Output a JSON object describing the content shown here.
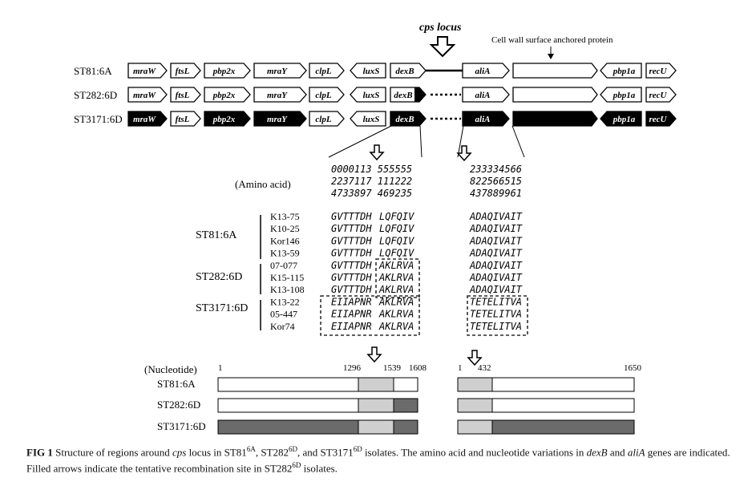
{
  "header": {
    "cps_locus": "cps locus",
    "surface_protein": "Cell wall surface anchored protein"
  },
  "loci": [
    {
      "name": "ST81:6A",
      "genes": [
        "mraW",
        "ftsL",
        "pbp2x",
        "mraY",
        "clpL",
        "luxS",
        "dexB",
        "aliA",
        "pbp1a",
        "recU"
      ]
    },
    {
      "name": "ST282:6D",
      "genes": [
        "mraW",
        "ftsL",
        "pbp2x",
        "mraY",
        "clpL",
        "luxS",
        "dexB",
        "aliA",
        "pbp1a",
        "recU"
      ]
    },
    {
      "name": "ST3171:6D",
      "genes": [
        "mraW",
        "ftsL",
        "pbp2x",
        "mraY",
        "clpL",
        "luxS",
        "dexB",
        "aliA",
        "pbp1a",
        "recU"
      ]
    }
  ],
  "amino_acid": {
    "label": "(Amino acid)",
    "dexb_positions": [
      "0000113 555555",
      "2237117 111222",
      "4733897 469235"
    ],
    "alia_positions": [
      "233334566",
      "822566515",
      "437889961"
    ]
  },
  "groups": [
    {
      "name": "ST81:6A",
      "rows": [
        {
          "strain": "K13-75",
          "dexb1": "GVTTTDH",
          "dexb2": "LQFQIV",
          "alia": "ADAQIVAIT"
        },
        {
          "strain": "K10-25",
          "dexb1": "GVTTTDH",
          "dexb2": "LQFQIV",
          "alia": "ADAQIVAIT"
        },
        {
          "strain": "Kor146",
          "dexb1": "GVTTTDH",
          "dexb2": "LQFQIV",
          "alia": "ADAQIVAIT"
        },
        {
          "strain": "K13-59",
          "dexb1": "GVTTTDH",
          "dexb2": "LQFQIV",
          "alia": "ADAQIVAIT"
        }
      ]
    },
    {
      "name": "ST282:6D",
      "rows": [
        {
          "strain": "07-077",
          "dexb1": "GVTTTDH",
          "dexb2": "AKLRVA",
          "alia": "ADAQIVAIT"
        },
        {
          "strain": "K15-115",
          "dexb1": "GVTTTDH",
          "dexb2": "AKLRVA",
          "alia": "ADAQIVAIT"
        },
        {
          "strain": "K13-108",
          "dexb1": "GVTTTDH",
          "dexb2": "AKLRVA",
          "alia": "ADAQIVAIT"
        }
      ]
    },
    {
      "name": "ST3171:6D",
      "rows": [
        {
          "strain": "K13-22",
          "dexb1": "EIIAPNR",
          "dexb2": "AKLRVA",
          "alia": "TETELITVA"
        },
        {
          "strain": "05-447",
          "dexb1": "EIIAPNR",
          "dexb2": "AKLRVA",
          "alia": "TETELITVA"
        },
        {
          "strain": "Kor74",
          "dexb1": "EIIAPNR",
          "dexb2": "AKLRVA",
          "alia": "TETELITVA"
        }
      ]
    }
  ],
  "nucleotide": {
    "label": "(Nucleotide)",
    "dexb_ticks": [
      "1",
      "1296",
      "1539",
      "1608"
    ],
    "alia_ticks": [
      "1",
      "432",
      "1650"
    ],
    "bars": [
      {
        "name": "ST81:6A"
      },
      {
        "name": "ST282:6D"
      },
      {
        "name": "ST3171:6D"
      }
    ]
  },
  "caption": {
    "fig": "FIG 1",
    "text1": " Structure of regions around ",
    "cps": "cps",
    "text2": " locus in ST81",
    "sup1": "6A",
    "text3": ", ST282",
    "sup2": "6D",
    "text4": ", and ST3171",
    "sup3": "6D",
    "text5": " isolates. The amino acid and nucleotide variations in ",
    "dexb": "dexB",
    "text6": " and ",
    "alia": "aliA",
    "text7": " genes are indicated. Filled arrows indicate the tentative recombination site in ST282",
    "sup4": "6D",
    "text8": " isolates."
  },
  "colors": {
    "dark": "#000000",
    "light_gray": "#cfcfcf",
    "dark_gray": "#6b6b6b",
    "white": "#ffffff"
  }
}
